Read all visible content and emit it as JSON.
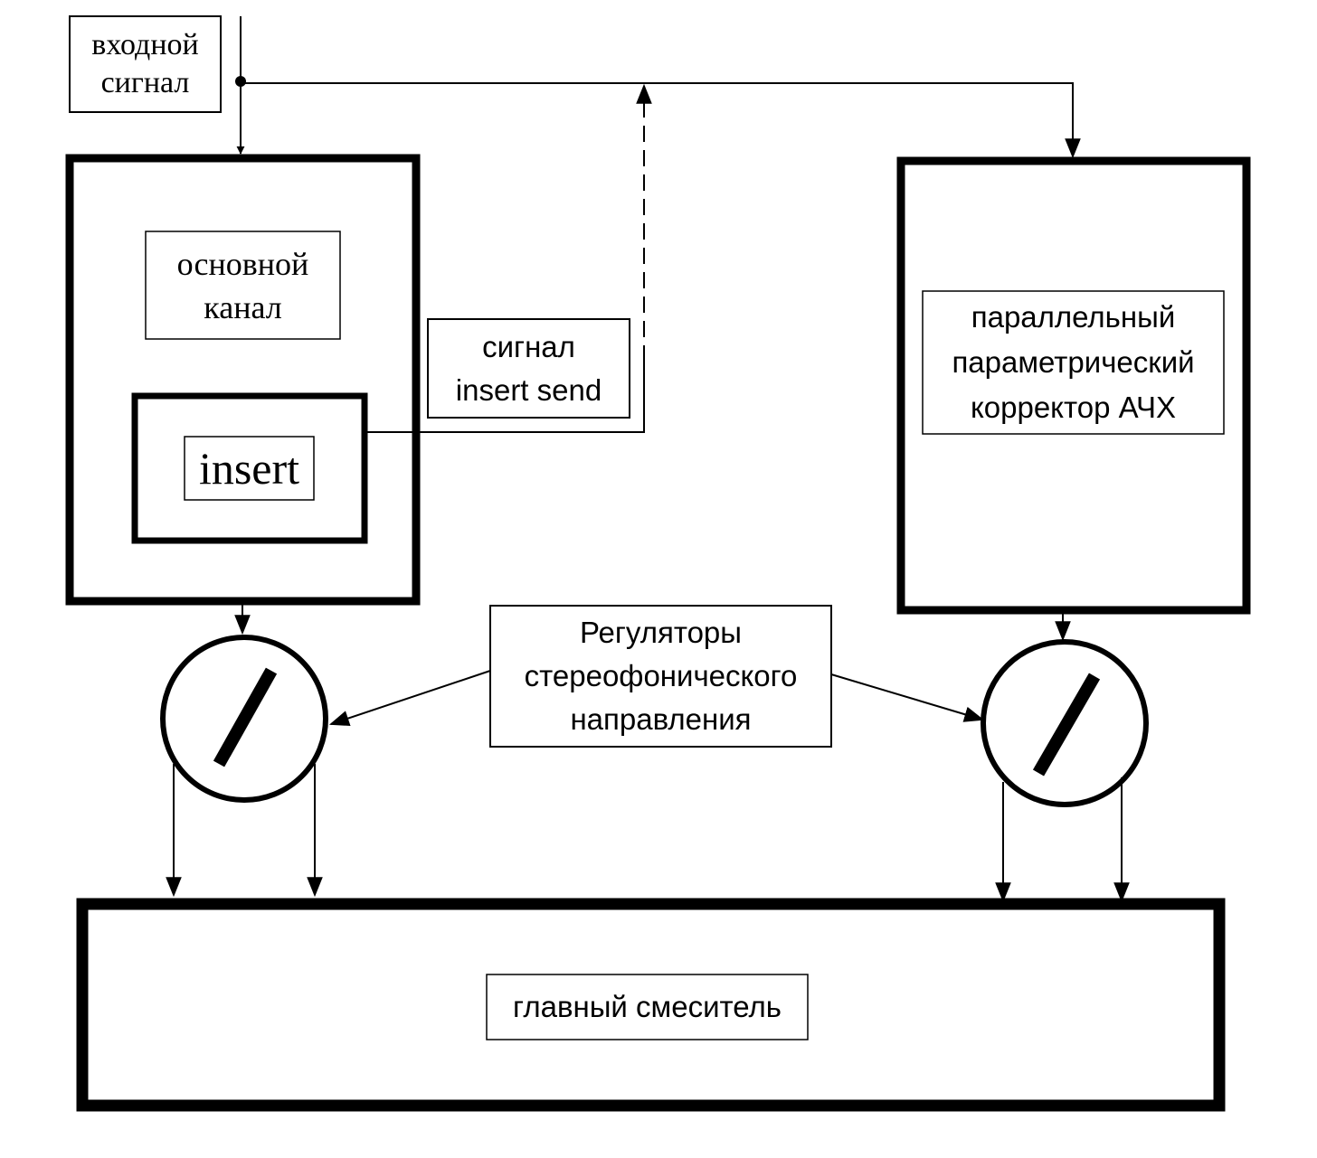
{
  "colors": {
    "ink": "#000000",
    "background": "#ffffff"
  },
  "nodes": {
    "input_signal": "входной\nсигнал",
    "main_channel": "основной\nканал",
    "insert": "insert",
    "insert_send_signal": "сигнал\ninsert send",
    "parallel_eq": "параллельный\nпараметрический\nкорректор АЧХ",
    "pan_controls": "Регуляторы\nстереофонического\nнаправления",
    "master_mixer": "главный смеситель"
  },
  "icons": {
    "left_pan_knob": "pan-knob-icon",
    "right_pan_knob": "pan-knob-icon"
  }
}
